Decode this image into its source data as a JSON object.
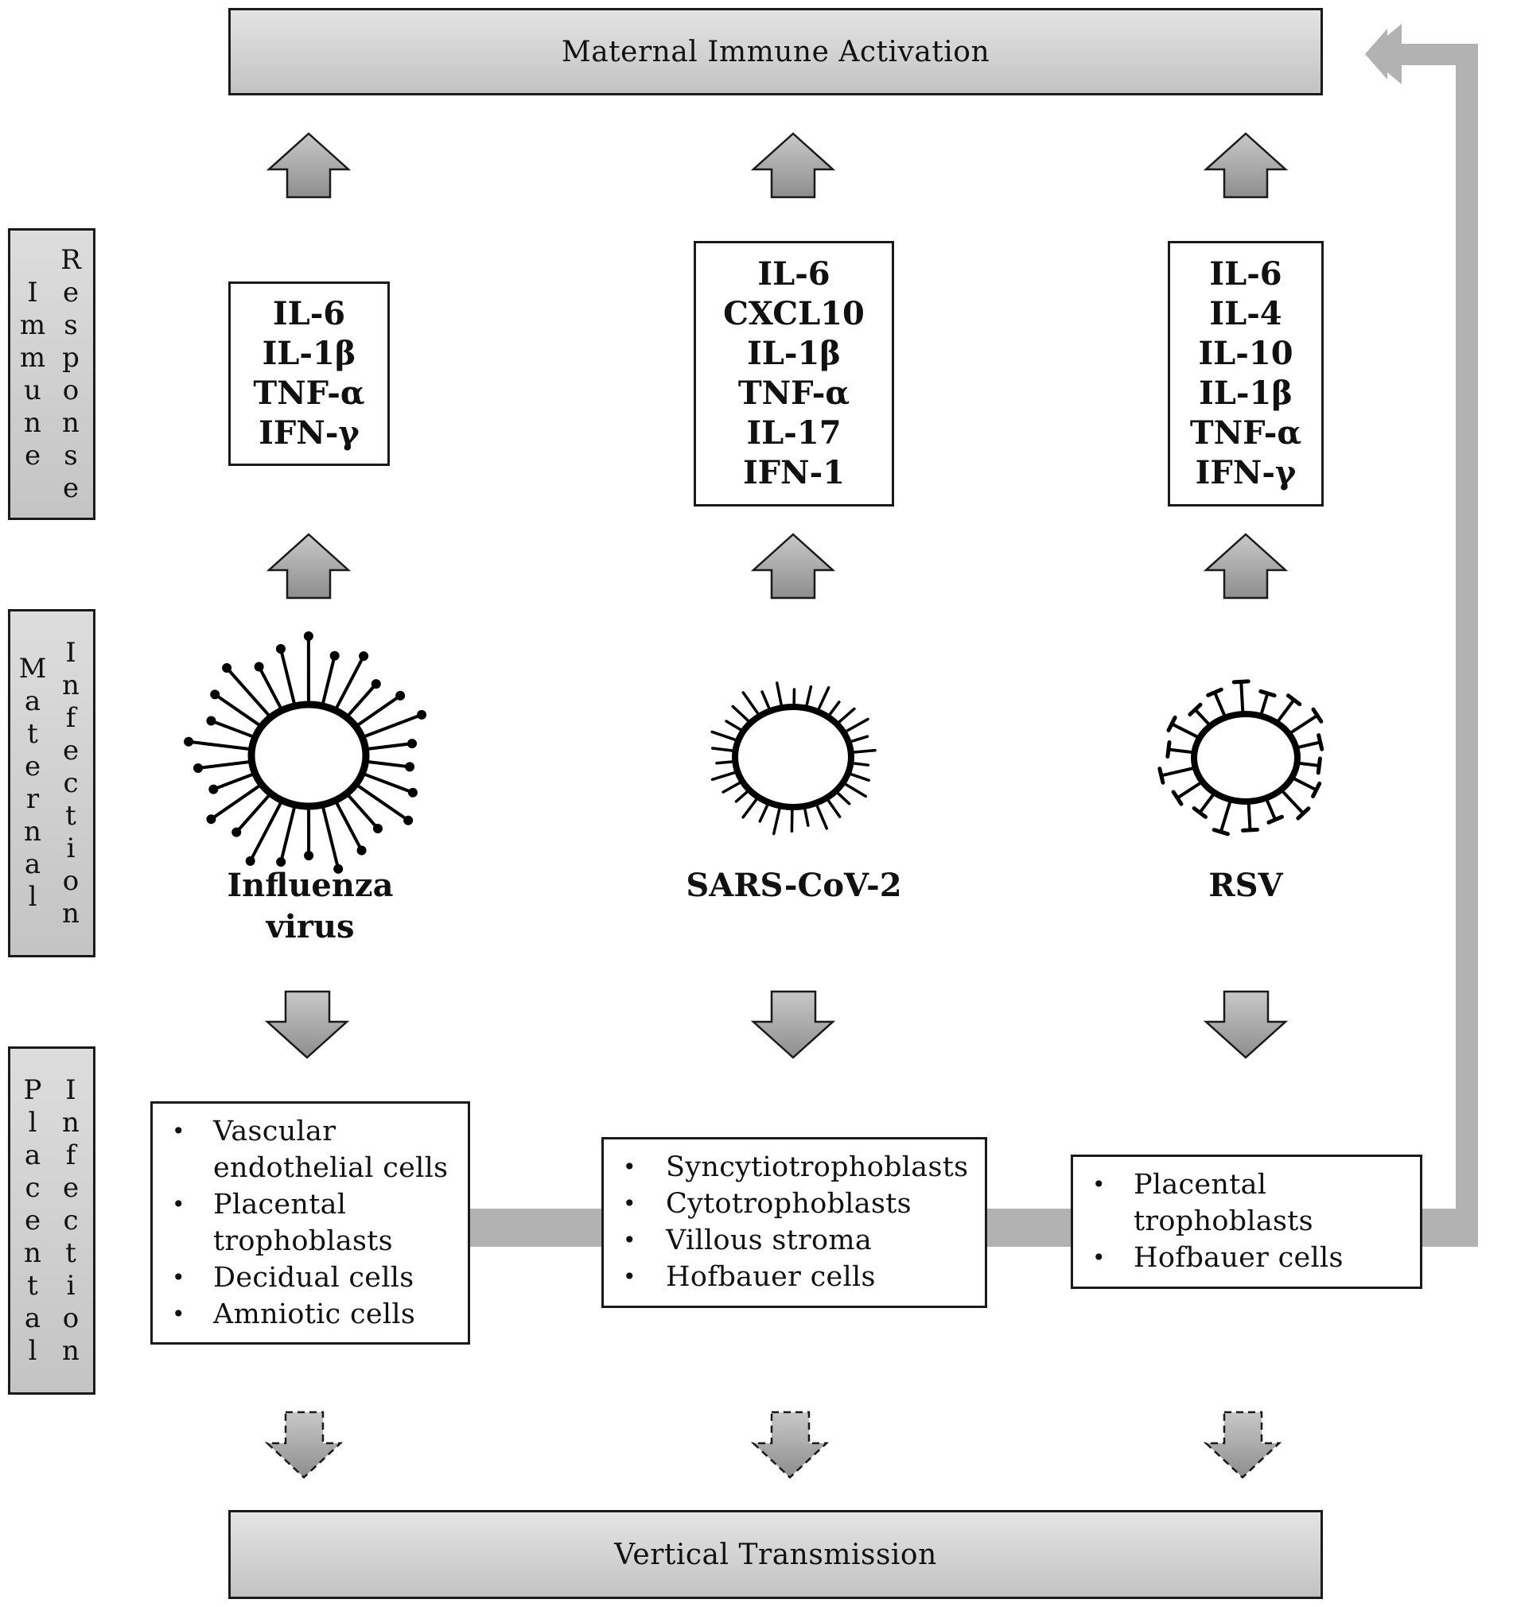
{
  "top_banner": "Maternal Immune Activation",
  "bottom_banner": "Vertical Transmission",
  "side_labels": {
    "immune_response": {
      "col_a": [
        "I",
        "m",
        "m",
        "u",
        "n",
        "e"
      ],
      "col_b": [
        "R",
        "e",
        "s",
        "p",
        "o",
        "n",
        "s",
        "e"
      ]
    },
    "maternal_infection": {
      "col_a": [
        "M",
        "a",
        "t",
        "e",
        "r",
        "n",
        "a",
        "l"
      ],
      "col_b": [
        "I",
        "n",
        "f",
        "e",
        "c",
        "t",
        "i",
        "o",
        "n"
      ]
    },
    "placental_infection": {
      "col_a": [
        "P",
        "l",
        "a",
        "c",
        "e",
        "n",
        "t",
        "a",
        "l"
      ],
      "col_b": [
        "I",
        "n",
        "f",
        "e",
        "c",
        "t",
        "i",
        "o",
        "n"
      ]
    }
  },
  "viruses": [
    {
      "name_lines": [
        "Influenza",
        "virus"
      ],
      "cytokines": [
        "IL-6",
        "IL-1β",
        "TNF-α",
        "IFN-γ"
      ],
      "placental_cells": [
        "Vascular endothelial cells",
        "Placental trophoblasts",
        "Decidual cells",
        "Amniotic cells"
      ],
      "icon": "influenza-virus-icon"
    },
    {
      "name_lines": [
        "SARS-CoV-2"
      ],
      "cytokines": [
        "IL-6",
        "CXCL10",
        "IL-1β",
        "TNF-α",
        "IL-17",
        "IFN-1"
      ],
      "placental_cells": [
        "Syncytiotrophoblasts",
        "Cytotrophoblasts",
        "Villous stroma",
        "Hofbauer cells"
      ],
      "icon": "sars-cov-2-virus-icon"
    },
    {
      "name_lines": [
        "RSV"
      ],
      "cytokines": [
        "IL-6",
        "IL-4",
        "IL-10",
        "IL-1β",
        "TNF-α",
        "IFN-γ"
      ],
      "placental_cells": [
        "Placental trophoblasts",
        "Hofbauer cells"
      ],
      "icon": "rsv-virus-icon"
    }
  ],
  "colors": {
    "arrow_fill": "#a8a8a8",
    "connector": "#b2b2b2",
    "banner_fill": "#d0d0d0",
    "outline": "#1a1a1a"
  }
}
